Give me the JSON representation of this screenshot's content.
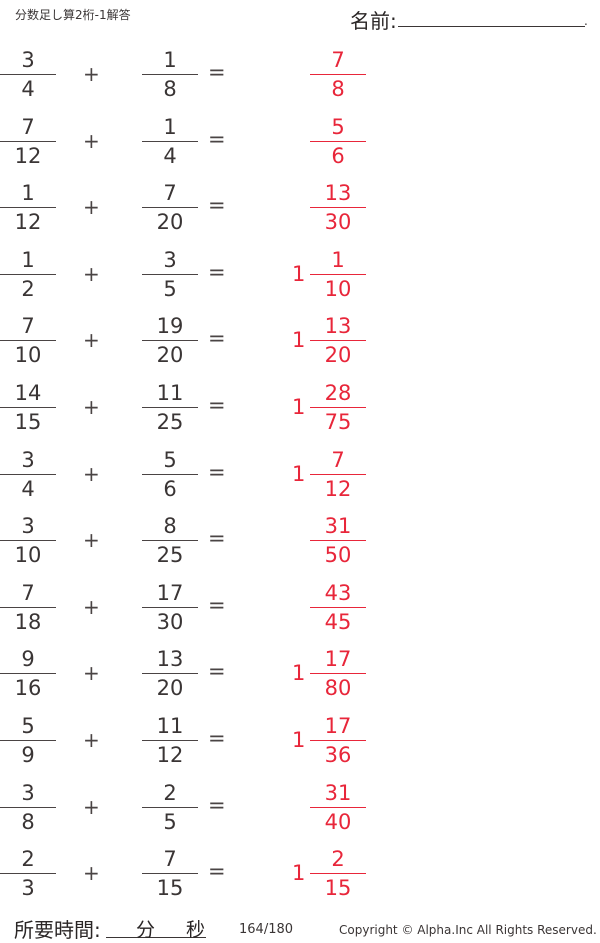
{
  "header": {
    "title": "分数足し算2桁-1解答",
    "name_label": "名前:",
    "name_dot": "."
  },
  "colors": {
    "text": "#3a3535",
    "answer": "#e8263a"
  },
  "problems": [
    {
      "a": {
        "n": "3",
        "d": "4"
      },
      "b": {
        "n": "1",
        "d": "8"
      },
      "op": "+",
      "eq": "=",
      "ans": {
        "w": "",
        "n": "7",
        "d": "8"
      }
    },
    {
      "a": {
        "n": "7",
        "d": "12"
      },
      "b": {
        "n": "1",
        "d": "4"
      },
      "op": "+",
      "eq": "=",
      "ans": {
        "w": "",
        "n": "5",
        "d": "6"
      }
    },
    {
      "a": {
        "n": "1",
        "d": "12"
      },
      "b": {
        "n": "7",
        "d": "20"
      },
      "op": "+",
      "eq": "=",
      "ans": {
        "w": "",
        "n": "13",
        "d": "30"
      }
    },
    {
      "a": {
        "n": "1",
        "d": "2"
      },
      "b": {
        "n": "3",
        "d": "5"
      },
      "op": "+",
      "eq": "=",
      "ans": {
        "w": "1",
        "n": "1",
        "d": "10"
      }
    },
    {
      "a": {
        "n": "7",
        "d": "10"
      },
      "b": {
        "n": "19",
        "d": "20"
      },
      "op": "+",
      "eq": "=",
      "ans": {
        "w": "1",
        "n": "13",
        "d": "20"
      }
    },
    {
      "a": {
        "n": "14",
        "d": "15"
      },
      "b": {
        "n": "11",
        "d": "25"
      },
      "op": "+",
      "eq": "=",
      "ans": {
        "w": "1",
        "n": "28",
        "d": "75"
      }
    },
    {
      "a": {
        "n": "3",
        "d": "4"
      },
      "b": {
        "n": "5",
        "d": "6"
      },
      "op": "+",
      "eq": "=",
      "ans": {
        "w": "1",
        "n": "7",
        "d": "12"
      }
    },
    {
      "a": {
        "n": "3",
        "d": "10"
      },
      "b": {
        "n": "8",
        "d": "25"
      },
      "op": "+",
      "eq": "=",
      "ans": {
        "w": "",
        "n": "31",
        "d": "50"
      }
    },
    {
      "a": {
        "n": "7",
        "d": "18"
      },
      "b": {
        "n": "17",
        "d": "30"
      },
      "op": "+",
      "eq": "=",
      "ans": {
        "w": "",
        "n": "43",
        "d": "45"
      }
    },
    {
      "a": {
        "n": "9",
        "d": "16"
      },
      "b": {
        "n": "13",
        "d": "20"
      },
      "op": "+",
      "eq": "=",
      "ans": {
        "w": "1",
        "n": "17",
        "d": "80"
      }
    },
    {
      "a": {
        "n": "5",
        "d": "9"
      },
      "b": {
        "n": "11",
        "d": "12"
      },
      "op": "+",
      "eq": "=",
      "ans": {
        "w": "1",
        "n": "17",
        "d": "36"
      }
    },
    {
      "a": {
        "n": "3",
        "d": "8"
      },
      "b": {
        "n": "2",
        "d": "5"
      },
      "op": "+",
      "eq": "=",
      "ans": {
        "w": "",
        "n": "31",
        "d": "40"
      }
    },
    {
      "a": {
        "n": "2",
        "d": "3"
      },
      "b": {
        "n": "7",
        "d": "15"
      },
      "op": "+",
      "eq": "=",
      "ans": {
        "w": "1",
        "n": "2",
        "d": "15"
      }
    }
  ],
  "footer": {
    "time_label": "所要時間:",
    "minutes_label": "分",
    "seconds_label": "秒",
    "page": "164/180",
    "copyright": "Copyright ©  Alpha.Inc All Rights Reserved."
  }
}
